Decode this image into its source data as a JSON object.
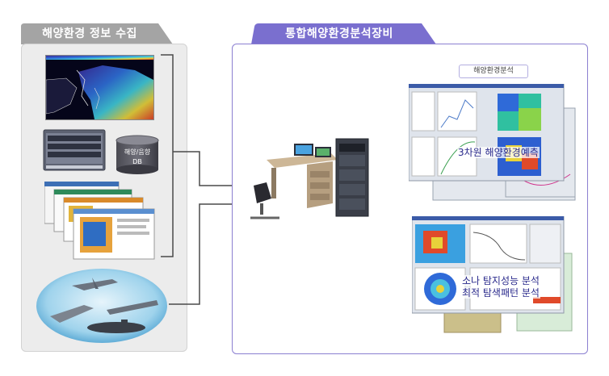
{
  "left_section": {
    "title": "해양환경 정보 수집",
    "db_label_line1": "해양/음향",
    "db_label_line2": "DB"
  },
  "right_section": {
    "title": "통합해양환경분석장비",
    "analysis_badge": "해양환경분석",
    "forecast_label": "3차원 해양환경예측",
    "sonar_label_1": "소나 탐지성능 분석",
    "sonar_label_2": "최적 탐색패턴 분석"
  },
  "colors": {
    "left_tab": "#a4a4a4",
    "left_panel": "#ececec",
    "right_tab": "#7a6fcf",
    "right_border": "#8b7fd1",
    "connector": "#4a4a4a"
  }
}
